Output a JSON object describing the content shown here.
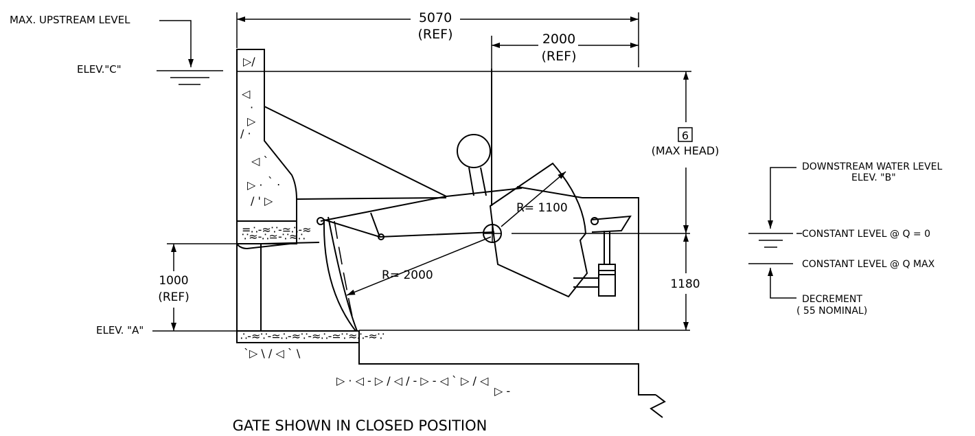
{
  "title": "GATE SHOWN IN CLOSED POSITION",
  "dimensions": {
    "overall_width": "5070",
    "overall_width_ref": "(REF)",
    "gate_width": "2000",
    "gate_width_ref": "(REF)",
    "max_head_tag": "6",
    "max_head": "(MAX HEAD)",
    "lower_height": "1000",
    "lower_height_ref": "(REF)",
    "lower_depth": "1180",
    "radius_large": "R= 2000",
    "radius_small": "R= 1100"
  },
  "labels": {
    "max_upstream_level": "MAX. UPSTREAM LEVEL",
    "elev_c": "ELEV.\"C\"",
    "elev_a": "ELEV. \"A\"",
    "downstream_water_level": "DOWNSTREAM WATER LEVEL",
    "elev_b": "ELEV. \"B\"",
    "constant_level_q0": "CONSTANT LEVEL @ Q = 0",
    "constant_level_qmax": "CONSTANT LEVEL @ Q MAX",
    "decrement": "DECREMENT",
    "decrement_nominal": "( 55 NOMINAL)"
  }
}
